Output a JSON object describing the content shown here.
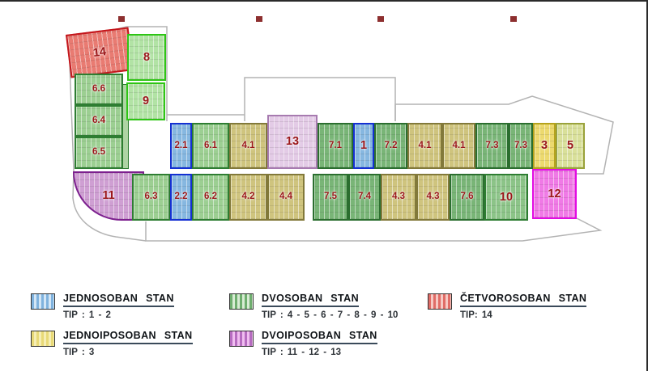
{
  "plan": {
    "name": "Apartment building floor plan",
    "unit_label_color": "#9b171a"
  },
  "colors": {
    "jednosoban": "#86b7e0",
    "jednoiposoban": "#ecd96e",
    "dvosoban": "#8cc488",
    "dvoiposoban": "#cf9fd3",
    "cetvorosoban": "#e97b72"
  },
  "units": [
    {
      "label": "14",
      "type": "cetvorosoban"
    },
    {
      "label": "8",
      "type": "dvosoban"
    },
    {
      "label": "9",
      "type": "dvosoban"
    },
    {
      "label": "6.6",
      "type": "dvosoban"
    },
    {
      "label": "6.4",
      "type": "dvosoban"
    },
    {
      "label": "6.5",
      "type": "dvosoban"
    },
    {
      "label": "11",
      "type": "dvoiposoban"
    },
    {
      "label": "2.1",
      "type": "jednosoban"
    },
    {
      "label": "6.1",
      "type": "dvosoban"
    },
    {
      "label": "4.1",
      "type": "dvosoban"
    },
    {
      "label": "13",
      "type": "dvoiposoban"
    },
    {
      "label": "7.1",
      "type": "dvosoban"
    },
    {
      "label": "1",
      "type": "jednosoban"
    },
    {
      "label": "7.2",
      "type": "dvosoban"
    },
    {
      "label": "4.1",
      "type": "dvosoban"
    },
    {
      "label": "4.1",
      "type": "dvosoban"
    },
    {
      "label": "7.3",
      "type": "dvosoban"
    },
    {
      "label": "7.3",
      "type": "dvosoban"
    },
    {
      "label": "3",
      "type": "jednoiposoban"
    },
    {
      "label": "5",
      "type": "dvosoban"
    },
    {
      "label": "6.3",
      "type": "dvosoban"
    },
    {
      "label": "2.2",
      "type": "jednosoban"
    },
    {
      "label": "6.2",
      "type": "dvosoban"
    },
    {
      "label": "4.2",
      "type": "dvosoban"
    },
    {
      "label": "4.4",
      "type": "dvosoban"
    },
    {
      "label": "7.5",
      "type": "dvosoban"
    },
    {
      "label": "7.4",
      "type": "dvosoban"
    },
    {
      "label": "4.3",
      "type": "dvosoban"
    },
    {
      "label": "4.3",
      "type": "dvosoban"
    },
    {
      "label": "7.6",
      "type": "dvosoban"
    },
    {
      "label": "10",
      "type": "dvosoban"
    },
    {
      "label": "12",
      "type": "dvoiposoban"
    }
  ],
  "legend": [
    {
      "name": "JEDNOSOBAN STAN",
      "tip": "TIP : 1 - 2"
    },
    {
      "name": "DVOSOBAN STAN",
      "tip": "TIP : 4 - 5 - 6 - 7 - 8 - 9 - 10"
    },
    {
      "name": "ČETVOROSOBAN STAN",
      "tip": "TIP: 14"
    },
    {
      "name": "JEDNOIPOSOBAN STAN",
      "tip": "TIP : 3"
    },
    {
      "name": "DVOIPOSOBAN STAN",
      "tip": "TIP : 11 - 12 - 13"
    }
  ]
}
